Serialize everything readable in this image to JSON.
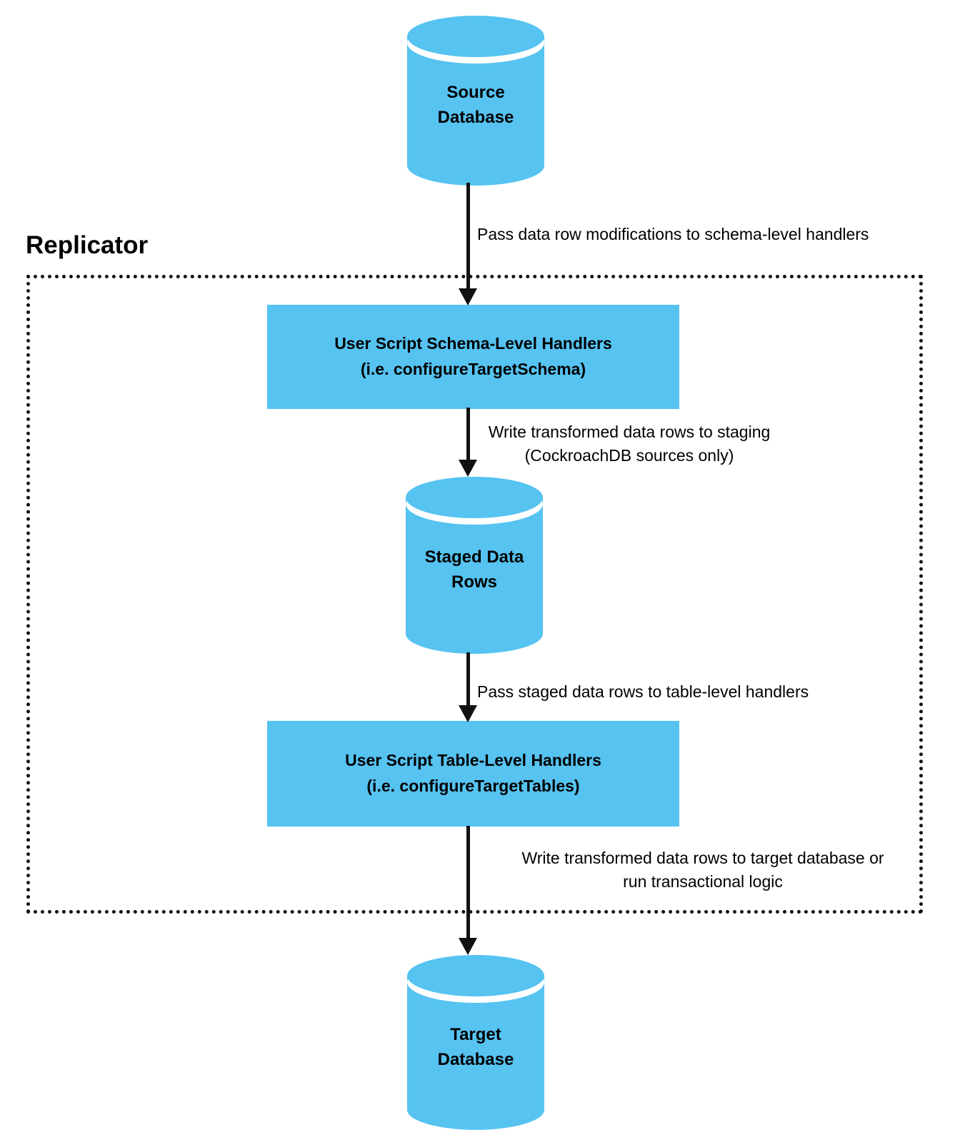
{
  "diagram": {
    "title_group": {
      "label": "Replicator"
    },
    "nodes": {
      "source_db": {
        "type": "database",
        "line1": "Source",
        "line2": "Database"
      },
      "schema_handlers": {
        "type": "process",
        "line1": "User Script Schema-Level Handlers",
        "line2": "(i.e. configureTargetSchema)"
      },
      "staged_rows": {
        "type": "database",
        "line1": "Staged Data",
        "line2": "Rows"
      },
      "table_handlers": {
        "type": "process",
        "line1": "User Script Table-Level Handlers",
        "line2": "(i.e. configureTargetTables)"
      },
      "target_db": {
        "type": "database",
        "line1": "Target",
        "line2": "Database"
      }
    },
    "edges": {
      "source_to_schema": {
        "label": "Pass data row modifications to schema-level handlers"
      },
      "schema_to_staging": {
        "line1": "Write transformed data rows to staging",
        "line2": "(CockroachDB sources only)"
      },
      "staging_to_table": {
        "label": "Pass staged data rows to table-level handlers"
      },
      "table_to_target": {
        "line1": "Write transformed data rows to target database or",
        "line2": "run transactional logic"
      }
    },
    "colors": {
      "node_fill": "#56C3F1",
      "text": "#000000",
      "border": "#111111"
    }
  }
}
